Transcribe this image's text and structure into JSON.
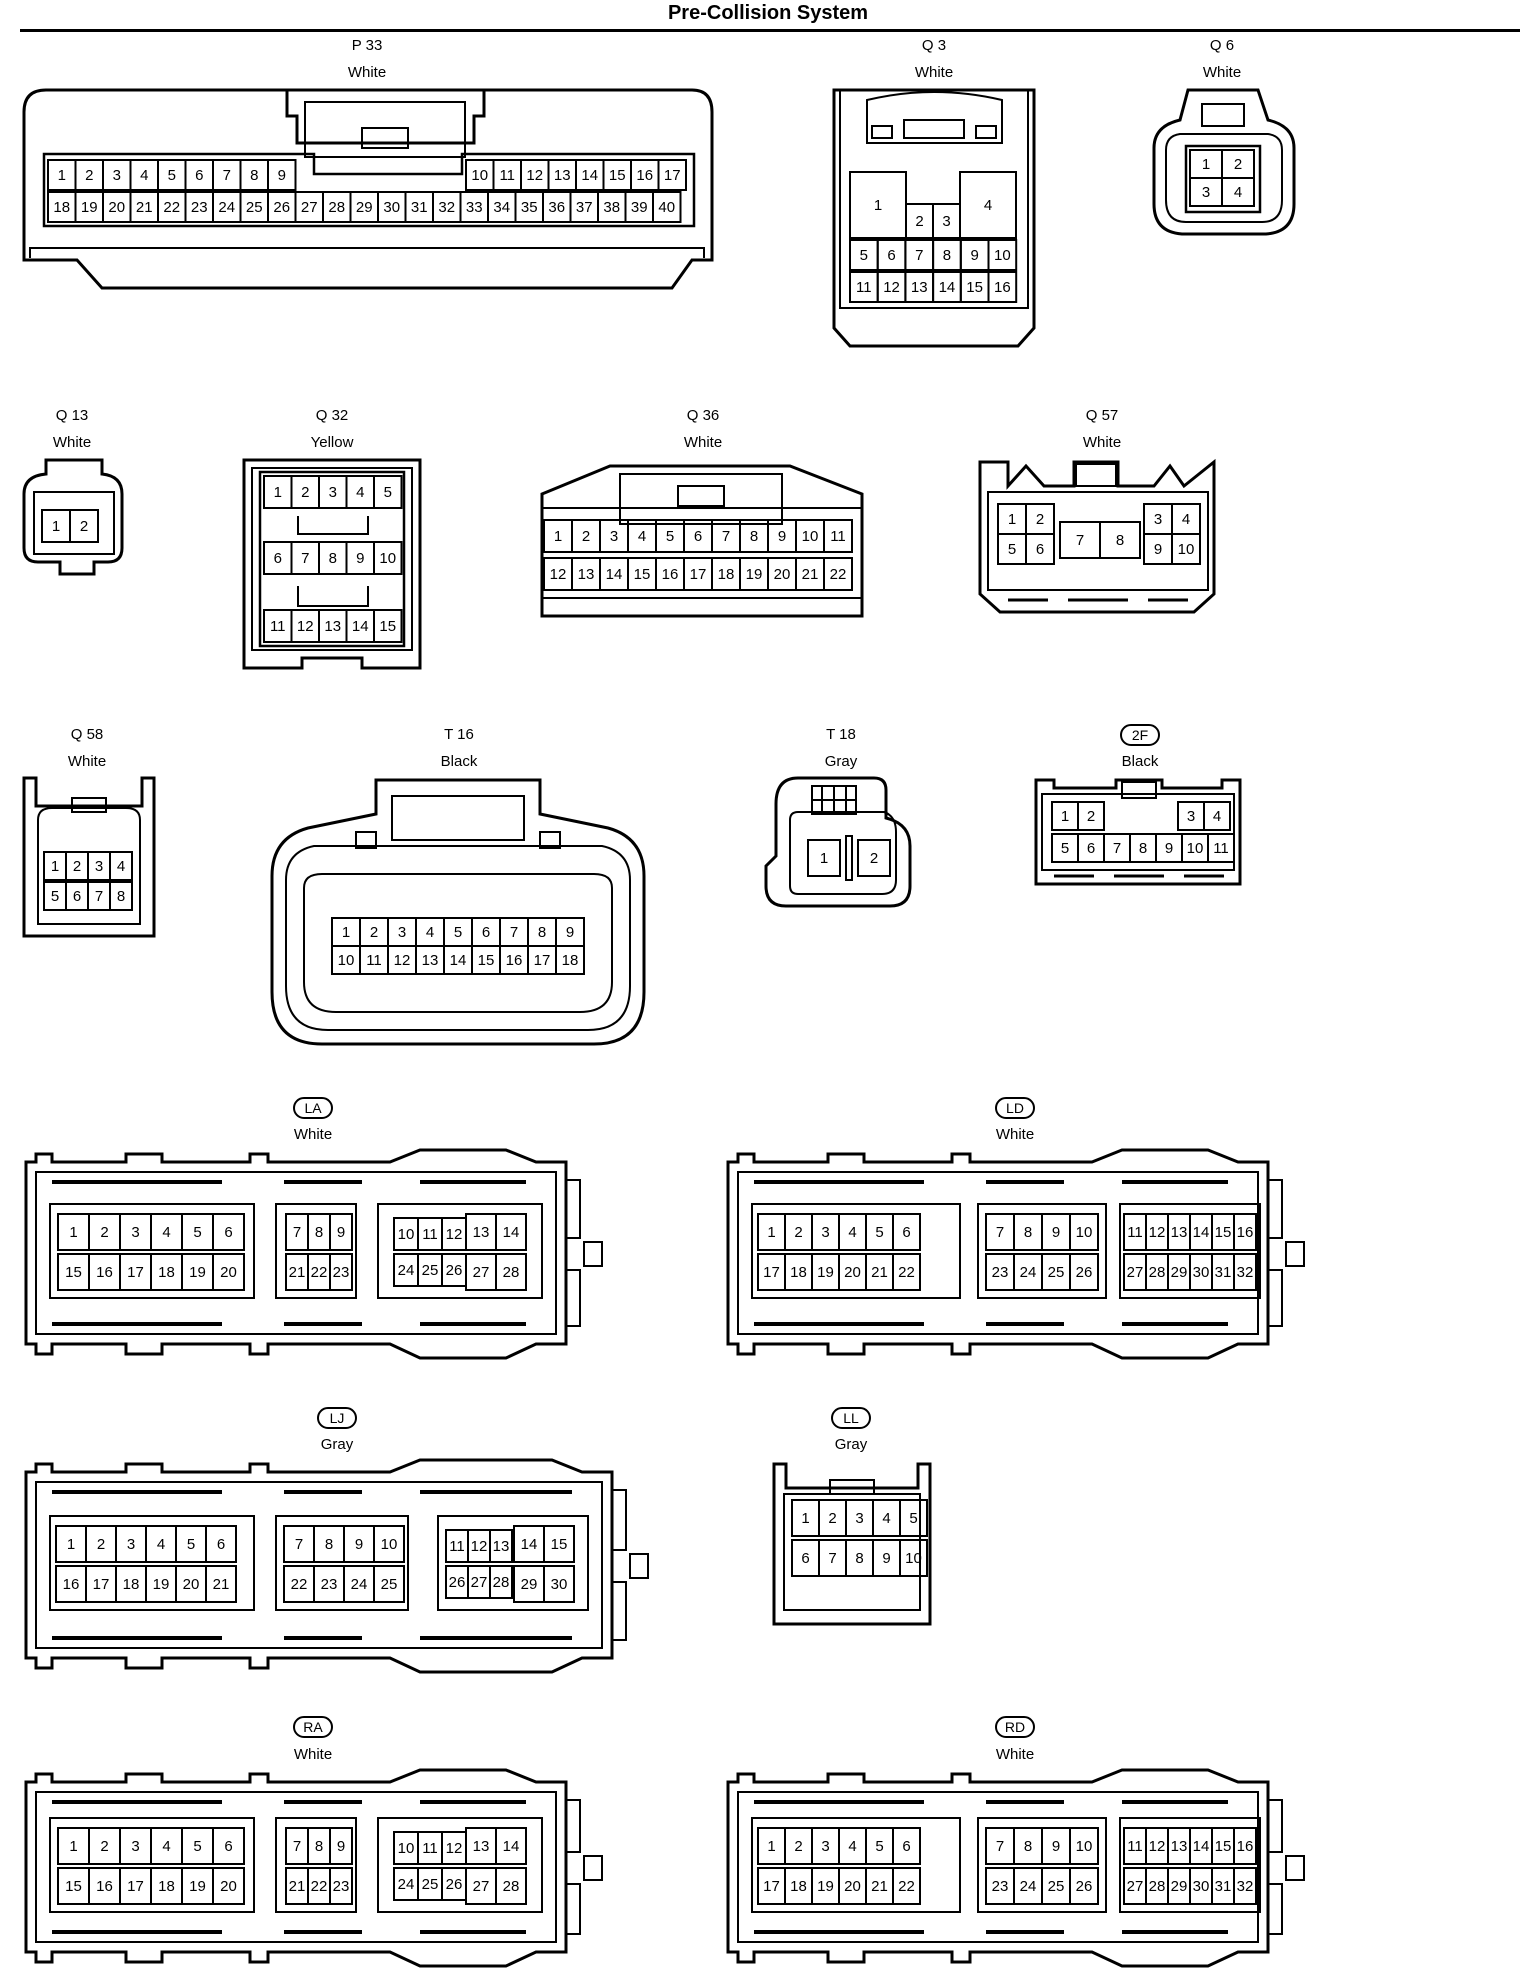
{
  "title": "Pre-Collision System",
  "connectors": {
    "p33": {
      "code": "P 33",
      "color": "White"
    },
    "q3": {
      "code": "Q 3",
      "color": "White"
    },
    "q6": {
      "code": "Q 6",
      "color": "White"
    },
    "q13": {
      "code": "Q 13",
      "color": "White"
    },
    "q32": {
      "code": "Q 32",
      "color": "Yellow"
    },
    "q36": {
      "code": "Q 36",
      "color": "White"
    },
    "q57": {
      "code": "Q 57",
      "color": "White"
    },
    "q58": {
      "code": "Q 58",
      "color": "White"
    },
    "t16": {
      "code": "T 16",
      "color": "Black"
    },
    "t18": {
      "code": "T 18",
      "color": "Gray"
    },
    "c2f": {
      "code": "2F",
      "color": "Black"
    },
    "la": {
      "code": "LA",
      "color": "White"
    },
    "ld": {
      "code": "LD",
      "color": "White"
    },
    "lj": {
      "code": "LJ",
      "color": "Gray"
    },
    "ll": {
      "code": "LL",
      "color": "Gray"
    },
    "ra": {
      "code": "RA",
      "color": "White"
    },
    "rd": {
      "code": "RD",
      "color": "White"
    }
  }
}
